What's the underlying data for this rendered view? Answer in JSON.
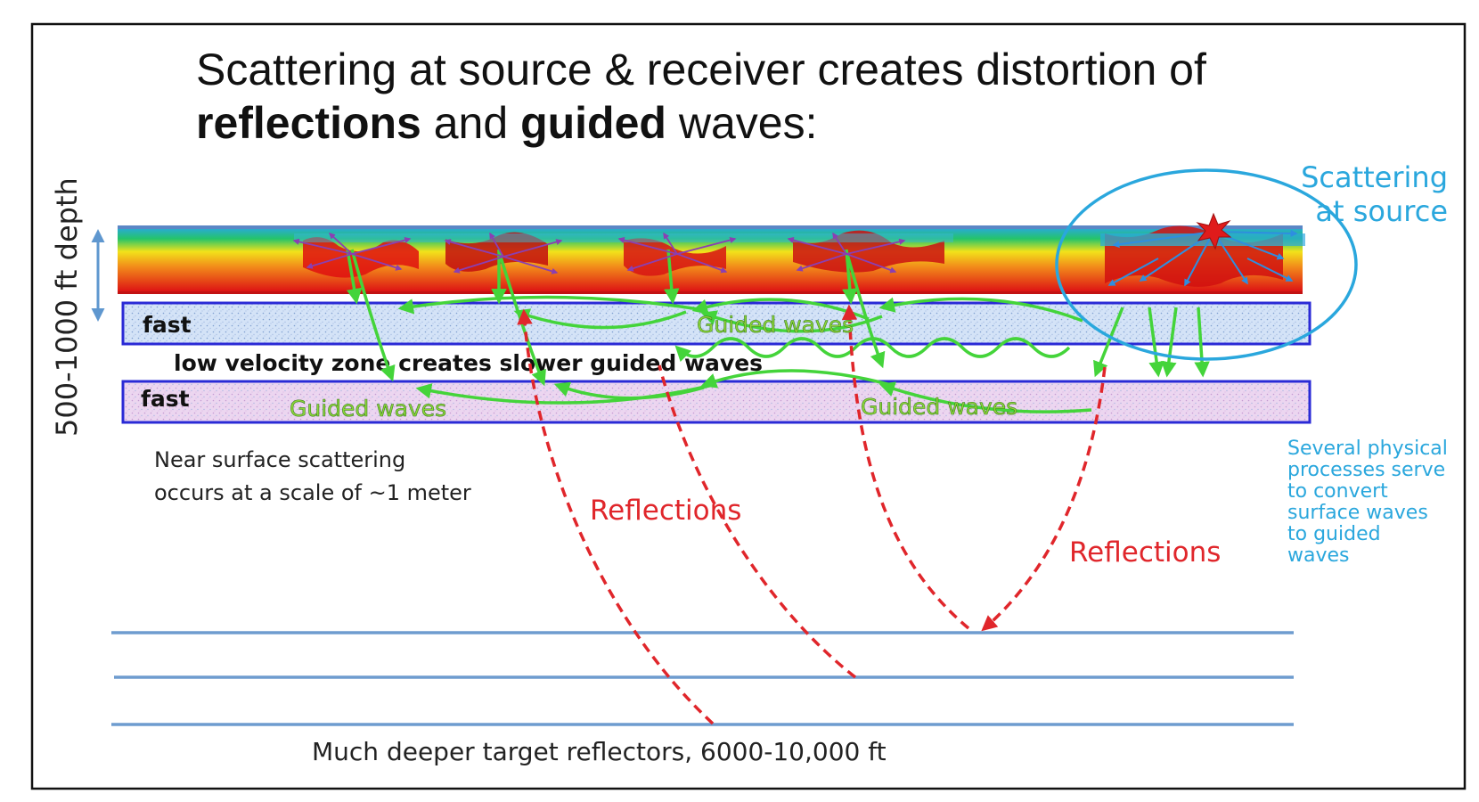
{
  "title": {
    "line1": "Scattering at source & receiver creates distortion of",
    "line2_bold_a": "reflections",
    "line2_mid": " and ",
    "line2_bold_b": "guided",
    "line2_end": " waves:"
  },
  "depth_label": "500-1000 ft depth",
  "layers": {
    "fast_top": "fast",
    "low_velocity": "low velocity zone creates slower guided waves",
    "fast_bottom": "fast"
  },
  "guided_labels": [
    "Guided waves",
    "Guided waves",
    "Guided waves"
  ],
  "near_surface_note": {
    "line1": "Near surface scattering",
    "line2": "occurs at a scale of ~1 meter"
  },
  "reflection_labels": [
    "Reflections",
    "Reflections"
  ],
  "scattering_label": {
    "line1": "Scattering",
    "line2": "at source"
  },
  "processes_note": [
    "Several physical",
    "processes serve",
    "to convert",
    "surface waves",
    "to guided",
    "waves"
  ],
  "deep_caption": "Much deeper target reflectors, 6000-10,000 ft",
  "colors": {
    "reflection": "#e0262b",
    "guided": "#44d43a",
    "scatter_arrow": "#8a3fb3",
    "source_arrow": "#2e8ee0",
    "annotation_blue": "#2aa7dd",
    "layer_border": "#2a2ad6",
    "reflector_line": "#6e9ccf"
  }
}
